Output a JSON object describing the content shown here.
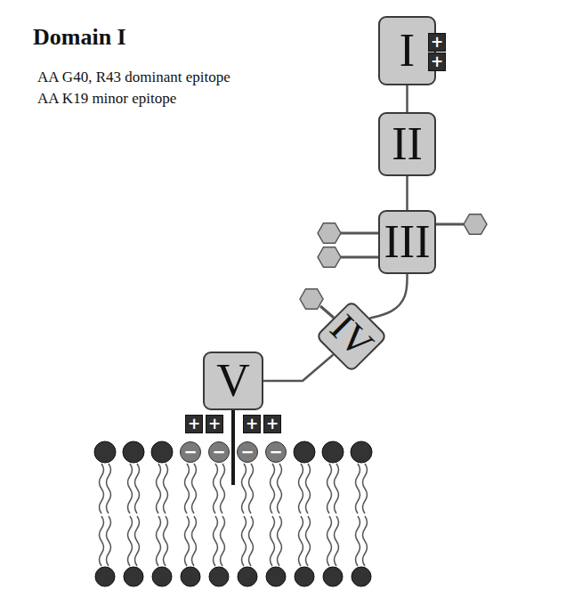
{
  "diagram": {
    "title": "Domain I",
    "nodes": [
      {
        "text": [
          "I"
        ]
      },
      {
        "text": [
          "+"
        ]
      },
      {
        "text": [
          "+"
        ]
      },
      {
        "text": [
          "II"
        ]
      },
      {
        "text": [
          "III"
        ]
      },
      {
        "text": [
          "IV"
        ]
      },
      {
        "text": [
          "V"
        ]
      },
      {
        "text": [
          "+"
        ]
      },
      {
        "text": [
          "+"
        ]
      },
      {
        "text": [
          "+"
        ]
      },
      {
        "text": [
          "+"
        ]
      },
      {
        "text": [
          "−"
        ]
      },
      {
        "text": [
          "−"
        ]
      },
      {
        "text": [
          "−"
        ]
      },
      {
        "text": [
          "−"
        ]
      }
    ],
    "edges": [
      {
        "from": 0,
        "to": 3,
        "arrow": "none"
      },
      {
        "from": 3,
        "to": 4,
        "arrow": "none"
      },
      {
        "from": 4,
        "to": 5,
        "arrow": "none"
      },
      {
        "from": 5,
        "to": 6,
        "arrow": "none"
      }
    ],
    "labels": [
      "AA G40, R43 dominant epitope",
      "AA K19 minor epitope"
    ]
  }
}
